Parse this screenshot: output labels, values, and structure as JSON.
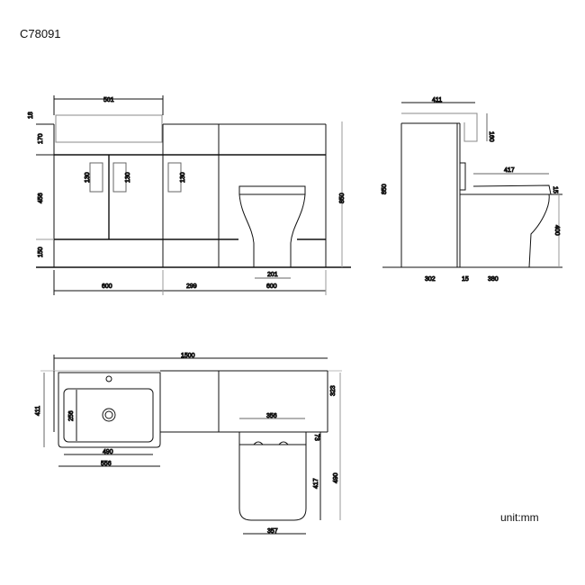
{
  "product_code": "C78091",
  "unit_label": "unit:mm",
  "front_view": {
    "basin_width": "501",
    "basin_lip": "18",
    "top_height": "170",
    "door_height": "456",
    "plinth_height": "150",
    "handle_lengths": [
      "130",
      "130",
      "130"
    ],
    "total_height": "850",
    "pan_base": "201",
    "widths": [
      "600",
      "299",
      "600"
    ]
  },
  "side_view": {
    "basin_depth": "411",
    "basin_height": "160",
    "seat_length": "417",
    "seat_height": "15",
    "pan_height": "400",
    "total_height": "850",
    "depths": [
      "302",
      "15",
      "380"
    ]
  },
  "plan_view": {
    "total_width": "1500",
    "basin_depth": "411",
    "bowl_width": "490",
    "bowl_depth": "256",
    "basin_width": "556",
    "cistern_depth": "323",
    "seat_width_top": "356",
    "seat_gap": "73",
    "seat_length": "417",
    "pan_projection": "490",
    "pan_width": "357"
  }
}
